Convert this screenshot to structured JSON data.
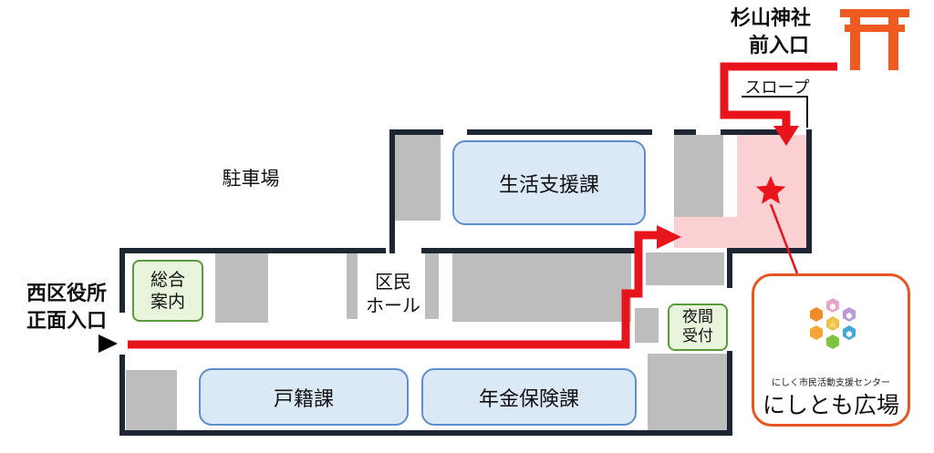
{
  "labels": {
    "shrine_entrance_line1": "杉山神社",
    "shrine_entrance_line2": "前入口",
    "slope": "スロープ",
    "parking": "駐車場",
    "ward_entrance_line1": "西区役所",
    "ward_entrance_line2": "正面入口"
  },
  "rooms": {
    "seikatsu_shien": "生活支援課",
    "sogo_annai_line1": "総合",
    "sogo_annai_line2": "案内",
    "kumin_hall_line1": "区民",
    "kumin_hall_line2": "ホール",
    "yakan_uketsuke_line1": "夜間",
    "yakan_uketsuke_line2": "受付",
    "koseki": "戸籍課",
    "nenkin_hoken": "年金保険課"
  },
  "destination_card": {
    "subtitle": "にしく市民活動支援センター",
    "name": "にしとも広場"
  },
  "colors": {
    "route": "#e8141b",
    "torii": "#ee5a1f",
    "destination_fill": "#fbd0d3",
    "card_border": "#e85522",
    "wall": "#1f2633",
    "pillar": "#bdbdbd"
  },
  "icons": {
    "shrine": "torii-icon",
    "destination": "star-icon",
    "start": "play-triangle-icon",
    "logo": "hexagon-cluster-logo"
  }
}
